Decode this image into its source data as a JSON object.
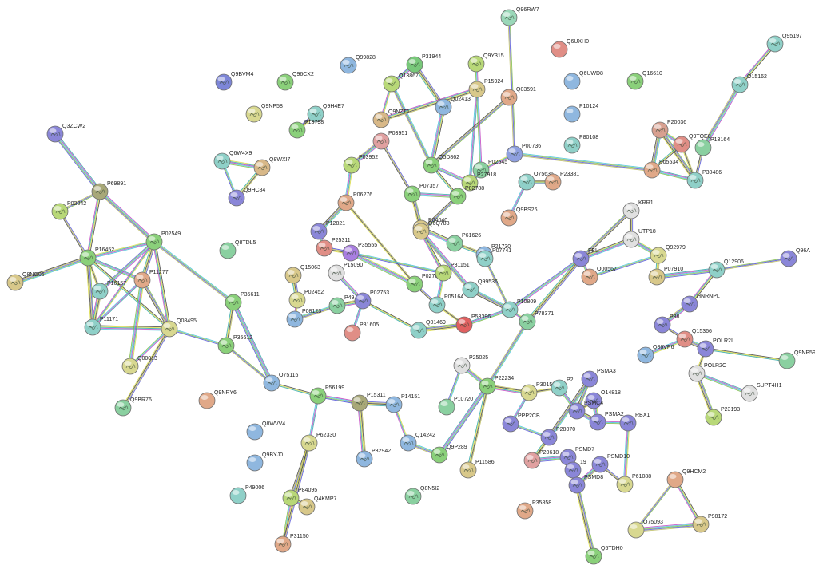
{
  "nodes": [
    {
      "id": "Q96RW7",
      "color": "#9ad7b8",
      "icon": "protein-structure-icon"
    },
    {
      "id": "Q95197",
      "color": "#8fd0c8",
      "icon": "protein-structure-icon"
    },
    {
      "id": "Q6UXH0",
      "color": "#e08e86",
      "icon": "blank"
    },
    {
      "id": "Q9BVM4",
      "color": "#7d86d8",
      "icon": "protein-structure-icon"
    },
    {
      "id": "Q96CX2",
      "color": "#8ad07a",
      "icon": "protein-structure-icon"
    },
    {
      "id": "Q99828",
      "color": "#8fb7df",
      "icon": "protein-structure-icon"
    },
    {
      "id": "P31944",
      "color": "#78c87a",
      "icon": "protein-structure-icon"
    },
    {
      "id": "Q9Y315",
      "color": "#b8d878",
      "icon": "protein-structure-icon"
    },
    {
      "id": "Q6UWD8",
      "color": "#8fb7df",
      "icon": "blank"
    },
    {
      "id": "Q16610",
      "color": "#8ad07a",
      "icon": "protein-structure-icon"
    },
    {
      "id": "O15162",
      "color": "#8fd0c8",
      "icon": "protein-structure-icon"
    },
    {
      "id": "Q13867",
      "color": "#b8d878",
      "icon": "protein-structure-icon"
    },
    {
      "id": "P15924",
      "color": "#d8c88a",
      "icon": "protein-structure-icon"
    },
    {
      "id": "Q03591",
      "color": "#e0a888",
      "icon": "protein-structure-icon"
    },
    {
      "id": "Q02413",
      "color": "#8fb7df",
      "icon": "protein-structure-icon"
    },
    {
      "id": "P10124",
      "color": "#8fb7df",
      "icon": "blank"
    },
    {
      "id": "Q9NP58",
      "color": "#d8d890",
      "icon": "protein-structure-icon"
    },
    {
      "id": "Q9H4E7",
      "color": "#8fd0c8",
      "icon": "protein-structure-icon"
    },
    {
      "id": "P13798",
      "color": "#8ad07a",
      "icon": "protein-structure-icon"
    },
    {
      "id": "Q9NZT1",
      "color": "#d8b888",
      "icon": "protein-structure-icon"
    },
    {
      "id": "P03951",
      "color": "#e0a0a0",
      "icon": "protein-structure-icon"
    },
    {
      "id": "P20036",
      "color": "#d8a090",
      "icon": "protein-structure-icon"
    },
    {
      "id": "Q9TQE0",
      "color": "#e08e86",
      "icon": "protein-structure-icon"
    },
    {
      "id": "P13164",
      "color": "#8ad0a0",
      "icon": "blank"
    },
    {
      "id": "Q3ZCW2",
      "color": "#8a86d8",
      "icon": "protein-structure-icon"
    },
    {
      "id": "P80108",
      "color": "#8fd0c8",
      "icon": "protein-structure-icon"
    },
    {
      "id": "Q5D862",
      "color": "#8ad07a",
      "icon": "protein-structure-icon"
    },
    {
      "id": "P00736",
      "color": "#8fa0e0",
      "icon": "protein-structure-icon"
    },
    {
      "id": "Q6W4X9",
      "color": "#8fd0c8",
      "icon": "protein-structure-icon"
    },
    {
      "id": "Q8WXI7",
      "color": "#d8b888",
      "icon": "protein-structure-icon"
    },
    {
      "id": "P03952",
      "color": "#b8d878",
      "icon": "protein-structure-icon"
    },
    {
      "id": "P02545",
      "color": "#8ad0a0",
      "icon": "protein-structure-icon"
    },
    {
      "id": "P05534",
      "color": "#e0a888",
      "icon": "protein-structure-icon"
    },
    {
      "id": "P30486",
      "color": "#8fd0c8",
      "icon": "protein-structure-icon"
    },
    {
      "id": "P69891",
      "color": "#a8a878",
      "icon": "protein-structure-icon"
    },
    {
      "id": "Q9HC84",
      "color": "#8a86d8",
      "icon": "protein-structure-icon"
    },
    {
      "id": "P07357",
      "color": "#8ad07a",
      "icon": "protein-structure-icon"
    },
    {
      "id": "P27918",
      "color": "#b8d878",
      "icon": "protein-structure-icon"
    },
    {
      "id": "O75636",
      "color": "#8fd0c8",
      "icon": "protein-structure-icon"
    },
    {
      "id": "P23381",
      "color": "#e0a888",
      "icon": "protein-structure-icon"
    },
    {
      "id": "P02042",
      "color": "#b8d878",
      "icon": "protein-structure-icon"
    },
    {
      "id": "P06276",
      "color": "#e0a888",
      "icon": "protein-structure-icon"
    },
    {
      "id": "P02788",
      "color": "#8ad07a",
      "icon": "protein-structure-icon"
    },
    {
      "id": "KRR1",
      "color": "#e0e0e0",
      "icon": "protein-structure-icon"
    },
    {
      "id": "Q9BS26",
      "color": "#e0a888",
      "icon": "protein-structure-icon"
    },
    {
      "id": "P04040",
      "color": "#d8c88a",
      "icon": "protein-structure-icon"
    },
    {
      "id": "Q8TDL5",
      "color": "#8ad0a0",
      "icon": "blank"
    },
    {
      "id": "P02549",
      "color": "#8ad07a",
      "icon": "protein-structure-icon"
    },
    {
      "id": "P12821",
      "color": "#8a86d8",
      "icon": "protein-structure-icon"
    },
    {
      "id": "Q6Q788",
      "color": "#d8c88a",
      "icon": "protein-structure-icon"
    },
    {
      "id": "UTP18",
      "color": "#e0e0e0",
      "icon": "protein-structure-icon"
    },
    {
      "id": "P16452",
      "color": "#8ad07a",
      "icon": "protein-structure-icon"
    },
    {
      "id": "P25311",
      "color": "#e08e86",
      "icon": "protein-structure-icon"
    },
    {
      "id": "P35555",
      "color": "#a87ee0",
      "icon": "protein-structure-icon"
    },
    {
      "id": "P61626",
      "color": "#8ad0a0",
      "icon": "protein-structure-icon"
    },
    {
      "id": "P21730",
      "color": "#8fb7df",
      "icon": "protein-structure-icon"
    },
    {
      "id": "FBL",
      "color": "#8a86d8",
      "icon": "protein-structure-icon"
    },
    {
      "id": "Q92979",
      "color": "#d8d890",
      "icon": "protein-structure-icon"
    },
    {
      "id": "Q12906",
      "color": "#8fd0c8",
      "icon": "protein-structure-icon"
    },
    {
      "id": "Q96A",
      "color": "#8a86d8",
      "icon": "protein-structure-icon"
    },
    {
      "id": "Q8NG06",
      "color": "#d8c88a",
      "icon": "protein-structure-icon"
    },
    {
      "id": "P11277",
      "color": "#e0a888",
      "icon": "protein-structure-icon"
    },
    {
      "id": "Q15063",
      "color": "#d8c88a",
      "icon": "protein-structure-icon"
    },
    {
      "id": "P07741",
      "color": "#8fd0c8",
      "icon": "protein-structure-icon"
    },
    {
      "id": "O00567",
      "color": "#e0a888",
      "icon": "protein-structure-icon"
    },
    {
      "id": "P07910",
      "color": "#d8c88a",
      "icon": "protein-structure-icon"
    },
    {
      "id": "P16157",
      "color": "#8fd0c8",
      "icon": "protein-structure-icon"
    },
    {
      "id": "P15090",
      "color": "#e0e0e0",
      "icon": "protein-structure-icon"
    },
    {
      "id": "P02766",
      "color": "#8ad07a",
      "icon": "protein-structure-icon"
    },
    {
      "id": "P31151",
      "color": "#b8d878",
      "icon": "protein-structure-icon"
    },
    {
      "id": "Q99536",
      "color": "#8fd0c8",
      "icon": "protein-structure-icon"
    },
    {
      "id": "HNRNPL",
      "color": "#8a86d8",
      "icon": "protein-structure-icon"
    },
    {
      "id": "P35611",
      "color": "#8ad07a",
      "icon": "protein-structure-icon"
    },
    {
      "id": "P02452",
      "color": "#d8d890",
      "icon": "protein-structure-icon"
    },
    {
      "id": "P49",
      "color": "#8ad0a0",
      "icon": "protein-structure-icon"
    },
    {
      "id": "P02753",
      "color": "#8a86d8",
      "icon": "protein-structure-icon"
    },
    {
      "id": "P05164",
      "color": "#8fd0c8",
      "icon": "protein-structure-icon"
    },
    {
      "id": "P10809",
      "color": "#8fd0c8",
      "icon": "protein-structure-icon"
    },
    {
      "id": "P38",
      "color": "#8a86d8",
      "icon": "protein-structure-icon"
    },
    {
      "id": "Q15366",
      "color": "#e08e86",
      "icon": "protein-structure-icon"
    },
    {
      "id": "P11171",
      "color": "#8fd0c8",
      "icon": "protein-structure-icon"
    },
    {
      "id": "Q08495",
      "color": "#d8d890",
      "icon": "protein-structure-icon"
    },
    {
      "id": "P08123",
      "color": "#8fb7df",
      "icon": "protein-structure-icon"
    },
    {
      "id": "P81605",
      "color": "#e08e86",
      "icon": "blank"
    },
    {
      "id": "Q01469",
      "color": "#8fd0c8",
      "icon": "protein-structure-icon"
    },
    {
      "id": "P53396",
      "color": "#e06060",
      "icon": "protein-structure-icon"
    },
    {
      "id": "P78371",
      "color": "#8ad0a0",
      "icon": "protein-structure-icon"
    },
    {
      "id": "Q86VP6",
      "color": "#8fb7df",
      "icon": "protein-structure-icon"
    },
    {
      "id": "POLR2I",
      "color": "#8a86d8",
      "icon": "protein-structure-icon"
    },
    {
      "id": "Q9NP59",
      "color": "#8ad0a0",
      "icon": "blank"
    },
    {
      "id": "P35612",
      "color": "#8ad07a",
      "icon": "protein-structure-icon"
    },
    {
      "id": "Q00013",
      "color": "#d8d890",
      "icon": "protein-structure-icon"
    },
    {
      "id": "P25025",
      "color": "#e0e0e0",
      "icon": "protein-structure-icon"
    },
    {
      "id": "POLR2C",
      "color": "#e0e0e0",
      "icon": "protein-structure-icon"
    },
    {
      "id": "O75116",
      "color": "#8fb7df",
      "icon": "protein-structure-icon"
    },
    {
      "id": "P56199",
      "color": "#8ad07a",
      "icon": "protein-structure-icon"
    },
    {
      "id": "P22234",
      "color": "#8ad07a",
      "icon": "protein-structure-icon"
    },
    {
      "id": "PSMA3",
      "color": "#8a86d8",
      "icon": "protein-structure-icon"
    },
    {
      "id": "P30153",
      "color": "#d8d890",
      "icon": "protein-structure-icon"
    },
    {
      "id": "P2",
      "color": "#8fd0c8",
      "icon": "protein-structure-icon"
    },
    {
      "id": "O14818",
      "color": "#8a86d8",
      "icon": "protein-structure-icon"
    },
    {
      "id": "SUPT4H1",
      "color": "#e0e0e0",
      "icon": "protein-structure-icon"
    },
    {
      "id": "Q9NRY6",
      "color": "#e0a888",
      "icon": "blank"
    },
    {
      "id": "P15311",
      "color": "#a8a878",
      "icon": "protein-structure-icon"
    },
    {
      "id": "P14151",
      "color": "#8fb7df",
      "icon": "protein-structure-icon"
    },
    {
      "id": "P10720",
      "color": "#8ad0a0",
      "icon": "blank"
    },
    {
      "id": "PSMC4",
      "color": "#8a86d8",
      "icon": "protein-structure-icon"
    },
    {
      "id": "PSMA2",
      "color": "#8a86d8",
      "icon": "protein-structure-icon"
    },
    {
      "id": "Q9BR76",
      "color": "#8ad0a0",
      "icon": "protein-structure-icon"
    },
    {
      "id": "RBX1",
      "color": "#8a86d8",
      "icon": "protein-structure-icon"
    },
    {
      "id": "P23193",
      "color": "#b8d878",
      "icon": "protein-structure-icon"
    },
    {
      "id": "PPP2CB",
      "color": "#8a86d8",
      "icon": "protein-structure-icon"
    },
    {
      "id": "P28070",
      "color": "#8a86d8",
      "icon": "protein-structure-icon"
    },
    {
      "id": "Q8WVV4",
      "color": "#8fb7df",
      "icon": "blank"
    },
    {
      "id": "Q14242",
      "color": "#8fb7df",
      "icon": "protein-structure-icon"
    },
    {
      "id": "P62330",
      "color": "#d8d890",
      "icon": "protein-structure-icon"
    },
    {
      "id": "Q9P289",
      "color": "#8ad07a",
      "icon": "protein-structure-icon"
    },
    {
      "id": "P20618",
      "color": "#e0a0a0",
      "icon": "protein-structure-icon"
    },
    {
      "id": "PSMD7",
      "color": "#8a86d8",
      "icon": "protein-structure-icon"
    },
    {
      "id": "19",
      "color": "#8a86d8",
      "icon": "protein-structure-icon"
    },
    {
      "id": "PSMD10",
      "color": "#8a86d8",
      "icon": "protein-structure-icon"
    },
    {
      "id": "Q9BYJ0",
      "color": "#8fb7df",
      "icon": "blank"
    },
    {
      "id": "P32942",
      "color": "#8fb7df",
      "icon": "protein-structure-icon"
    },
    {
      "id": "P11586",
      "color": "#d8c88a",
      "icon": "protein-structure-icon"
    },
    {
      "id": "PSMD8",
      "color": "#8a86d8",
      "icon": "protein-structure-icon"
    },
    {
      "id": "P61088",
      "color": "#d8d890",
      "icon": "protein-structure-icon"
    },
    {
      "id": "Q9HCM2",
      "color": "#e0a888",
      "icon": "blank"
    },
    {
      "id": "P49006",
      "color": "#8fd0c8",
      "icon": "blank"
    },
    {
      "id": "P84095",
      "color": "#b8d878",
      "icon": "protein-structure-icon"
    },
    {
      "id": "Q8N5I2",
      "color": "#8ad0a0",
      "icon": "protein-structure-icon"
    },
    {
      "id": "Q4KMP7",
      "color": "#d8c88a",
      "icon": "protein-structure-icon"
    },
    {
      "id": "P35858",
      "color": "#e0a888",
      "icon": "protein-structure-icon"
    },
    {
      "id": "O75093",
      "color": "#d8d890",
      "icon": "blank"
    },
    {
      "id": "P98172",
      "color": "#d8c88a",
      "icon": "protein-structure-icon"
    },
    {
      "id": "P31150",
      "color": "#e0a888",
      "icon": "protein-structure-icon"
    },
    {
      "id": "Q5TDH0",
      "color": "#8ad07a",
      "icon": "protein-structure-icon"
    }
  ],
  "edges": [
    [
      "Q96RW7",
      "P00736"
    ],
    [
      "Q95197",
      "O15162"
    ],
    [
      "O15162",
      "P13164"
    ],
    [
      "P13164",
      "P30486"
    ],
    [
      "P20036",
      "Q9TQE0"
    ],
    [
      "P20036",
      "P05534"
    ],
    [
      "Q9TQE0",
      "P30486"
    ],
    [
      "P05534",
      "P30486"
    ],
    [
      "P20036",
      "P30486"
    ],
    [
      "Q9TQE0",
      "P05534"
    ],
    [
      "P31944",
      "Q13867"
    ],
    [
      "P31944",
      "Q02413"
    ],
    [
      "Q13867",
      "Q9NZT1"
    ],
    [
      "Q13867",
      "Q5D862"
    ],
    [
      "P15924",
      "Q9NZT1"
    ],
    [
      "P15924",
      "P27918"
    ],
    [
      "Q03591",
      "Q5D862"
    ],
    [
      "Q02413",
      "Q5D862"
    ],
    [
      "Q9Y315",
      "P02545"
    ],
    [
      "P13798",
      "Q9H4E7"
    ],
    [
      "Q6W4X9",
      "Q8WXI7"
    ],
    [
      "Q6W4X9",
      "Q9HC84"
    ],
    [
      "Q8WXI7",
      "Q9HC84"
    ],
    [
      "Q3ZCW2",
      "P69891"
    ],
    [
      "P69891",
      "P02042"
    ],
    [
      "P69891",
      "P16452"
    ],
    [
      "P69891",
      "P02549"
    ],
    [
      "P02042",
      "P16452"
    ],
    [
      "P16452",
      "P02549"
    ],
    [
      "P16452",
      "Q8NG06"
    ],
    [
      "P16452",
      "P16157"
    ],
    [
      "P16452",
      "P11277"
    ],
    [
      "P16452",
      "P11171"
    ],
    [
      "P16452",
      "Q08495"
    ],
    [
      "P02549",
      "P16157"
    ],
    [
      "P02549",
      "P11277"
    ],
    [
      "P02549",
      "P11171"
    ],
    [
      "P02549",
      "P35611"
    ],
    [
      "P16157",
      "P11171"
    ],
    [
      "P11277",
      "P11171"
    ],
    [
      "P11277",
      "Q08495"
    ],
    [
      "P11171",
      "Q08495"
    ],
    [
      "Q08495",
      "Q00013"
    ],
    [
      "Q08495",
      "Q9BR76"
    ],
    [
      "P11277",
      "Q00013"
    ],
    [
      "Q08495",
      "P35612"
    ],
    [
      "P35611",
      "P35612"
    ],
    [
      "P35611",
      "O75116"
    ],
    [
      "P35612",
      "O75116"
    ],
    [
      "P02549",
      "Q08495"
    ],
    [
      "P03951",
      "P03952"
    ],
    [
      "P03951",
      "P07357"
    ],
    [
      "P03952",
      "P06276"
    ],
    [
      "P06276",
      "P12821"
    ],
    [
      "P06276",
      "P02766"
    ],
    [
      "P07357",
      "P02788"
    ],
    [
      "P07357",
      "P04040"
    ],
    [
      "Q5D862",
      "P02788"
    ],
    [
      "Q5D862",
      "P27918"
    ],
    [
      "P27918",
      "P02545"
    ],
    [
      "P02545",
      "P00736"
    ],
    [
      "P00736",
      "P05534"
    ],
    [
      "O75636",
      "P23381"
    ],
    [
      "O75636",
      "Q9BS26"
    ],
    [
      "P02788",
      "Q6Q788"
    ],
    [
      "P04040",
      "P61626"
    ],
    [
      "P12821",
      "P25311"
    ],
    [
      "P25311",
      "P35555"
    ],
    [
      "P35555",
      "P02766"
    ],
    [
      "P35555",
      "P31151"
    ],
    [
      "P61626",
      "P21730"
    ],
    [
      "P21730",
      "P07741"
    ],
    [
      "P07741",
      "P10809"
    ],
    [
      "Q6Q788",
      "P31151"
    ],
    [
      "Q6Q788",
      "Q99536"
    ],
    [
      "P02766",
      "P05164"
    ],
    [
      "P31151",
      "P05164"
    ],
    [
      "Q99536",
      "P10809"
    ],
    [
      "P05164",
      "P53396"
    ],
    [
      "P53396",
      "P10809"
    ],
    [
      "Q01469",
      "P53396"
    ],
    [
      "P02753",
      "Q01469"
    ],
    [
      "P15090",
      "P02753"
    ],
    [
      "Q15063",
      "P02452"
    ],
    [
      "P02452",
      "P08123"
    ],
    [
      "P08123",
      "P49"
    ],
    [
      "P49",
      "P02753"
    ],
    [
      "P81605",
      "P02753"
    ],
    [
      "FBL",
      "KRR1"
    ],
    [
      "FBL",
      "UTP18"
    ],
    [
      "FBL",
      "O00567"
    ],
    [
      "KRR1",
      "UTP18"
    ],
    [
      "UTP18",
      "Q92979"
    ],
    [
      "O00567",
      "Q92979"
    ],
    [
      "Q92979",
      "P07910"
    ],
    [
      "P07910",
      "Q12906"
    ],
    [
      "Q12906",
      "Q96A"
    ],
    [
      "Q12906",
      "HNRNPL"
    ],
    [
      "HNRNPL",
      "P38"
    ],
    [
      "P38",
      "Q15366"
    ],
    [
      "Q15366",
      "Q86VP6"
    ],
    [
      "Q15366",
      "POLR2I"
    ],
    [
      "POLR2I",
      "POLR2C"
    ],
    [
      "POLR2C",
      "SUPT4H1"
    ],
    [
      "POLR2C",
      "P23193"
    ],
    [
      "POLR2I",
      "Q9NP59"
    ],
    [
      "FBL",
      "P10809"
    ],
    [
      "FBL",
      "P78371"
    ],
    [
      "P10809",
      "P78371"
    ],
    [
      "P78371",
      "P22234"
    ],
    [
      "P22234",
      "P30153"
    ],
    [
      "P30153",
      "PPP2CB"
    ],
    [
      "PSMA3",
      "PSMC4"
    ],
    [
      "PSMC4",
      "PSMA2"
    ],
    [
      "PSMA2",
      "RBX1"
    ],
    [
      "PSMC4",
      "O14818"
    ],
    [
      "O14818",
      "PSMA2"
    ],
    [
      "PPP2CB",
      "P28070"
    ],
    [
      "P28070",
      "P20618"
    ],
    [
      "P20618",
      "PSMD7"
    ],
    [
      "PSMD7",
      "19"
    ],
    [
      "19",
      "PSMD8"
    ],
    [
      "PSMD8",
      "PSMD10"
    ],
    [
      "PSMD10",
      "P61088"
    ],
    [
      "RBX1",
      "P61088"
    ],
    [
      "PSMA3",
      "P28070"
    ],
    [
      "P2",
      "P30153"
    ],
    [
      "P2",
      "PSMC4"
    ],
    [
      "PSMD8",
      "Q5TDH0"
    ],
    [
      "O75116",
      "P56199"
    ],
    [
      "P56199",
      "P15311"
    ],
    [
      "P15311",
      "P14151"
    ],
    [
      "P14151",
      "Q14242"
    ],
    [
      "Q14242",
      "Q9P289"
    ],
    [
      "P15311",
      "P32942"
    ],
    [
      "P56199",
      "P62330"
    ],
    [
      "P62330",
      "P84095"
    ],
    [
      "P84095",
      "Q4KMP7"
    ],
    [
      "P84095",
      "P31150"
    ],
    [
      "P62330",
      "P31150"
    ],
    [
      "P25025",
      "P22234"
    ],
    [
      "P25025",
      "P10720"
    ],
    [
      "P22234",
      "P11586"
    ],
    [
      "Q9P289",
      "P22234"
    ],
    [
      "Q9HCM2",
      "O75093"
    ],
    [
      "Q9HCM2",
      "P98172"
    ],
    [
      "O75093",
      "P98172"
    ]
  ]
}
